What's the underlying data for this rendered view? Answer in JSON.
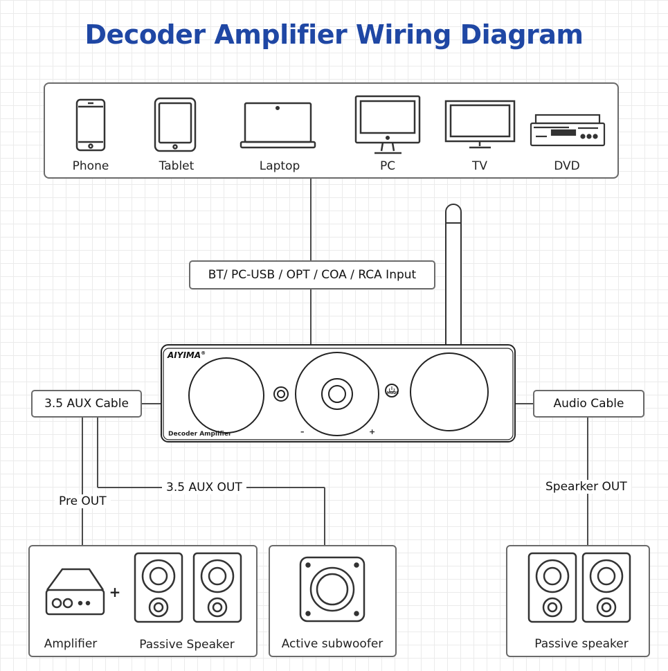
{
  "title": "Decoder Amplifier Wiring Diagram",
  "sources": [
    {
      "label": "Phone",
      "icon": "phone-icon"
    },
    {
      "label": "Tablet",
      "icon": "tablet-icon"
    },
    {
      "label": "Laptop",
      "icon": "laptop-icon"
    },
    {
      "label": "PC",
      "icon": "pc-monitor-icon"
    },
    {
      "label": "TV",
      "icon": "tv-icon"
    },
    {
      "label": "DVD",
      "icon": "dvd-player-icon"
    }
  ],
  "input_label": "BT/ PC-USB / OPT / COA / RCA Input",
  "device": {
    "brand": "AIYIMA",
    "brand_mark": "®",
    "model": "Decoder Amplifier",
    "mode_label": "MODE",
    "minus": "–",
    "plus": "+"
  },
  "left_cable": "3.5 AUX Cable",
  "right_cable": "Audio Cable",
  "pre_out": "Pre OUT",
  "aux_out": "3.5 AUX OUT",
  "speaker_out": "Spearker OUT",
  "outputs": {
    "amplifier": "Amplifier",
    "plus_sign": "+",
    "passive_speaker_left": "Passive Speaker",
    "active_subwoofer": "Active subwoofer",
    "passive_speaker_right": "Passive speaker"
  },
  "colors": {
    "title": "#1f47a4",
    "line": "#4a4a4a",
    "box_border": "#6a6a6a"
  }
}
